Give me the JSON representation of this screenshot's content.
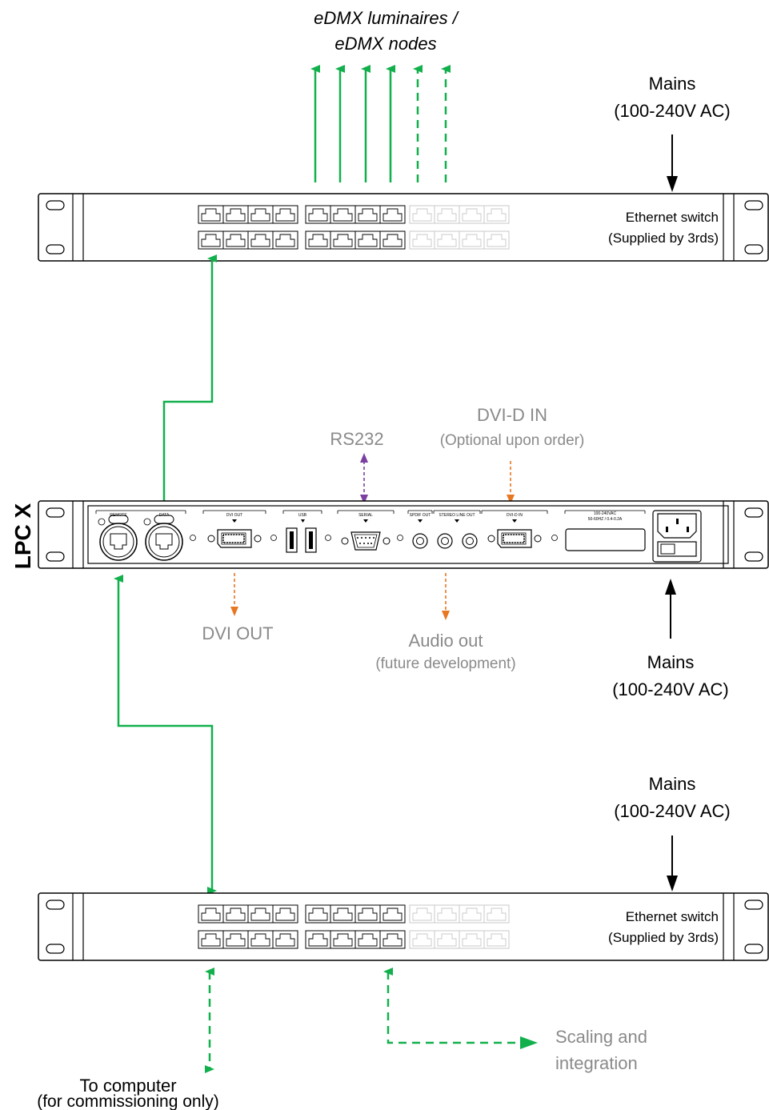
{
  "colors": {
    "green": "#12b04c",
    "orange": "#e87722",
    "purple": "#7b3fa0",
    "black": "#000000",
    "grey_text": "#8a8a8a",
    "inactive_port": "#c8c8c8"
  },
  "top": {
    "edmx_label_1": "eDMX luminaires /",
    "edmx_label_2": "eDMX nodes",
    "mains_1": "Mains",
    "mains_2": "(100-240V AC)",
    "switch_label_1": "Ethernet switch",
    "switch_label_2": "(Supplied by 3rds)"
  },
  "lpc": {
    "device_name": "LPC X",
    "rs232": "RS232",
    "dvi_in_1": "DVI-D IN",
    "dvi_in_2": "(Optional upon order)",
    "dvi_out": "DVI OUT",
    "audio_1": "Audio out",
    "audio_2": "(future development)",
    "mains_1": "Mains",
    "mains_2": "(100-240V AC)",
    "panel": {
      "remote": "REMOTE",
      "data": "DATA",
      "dvi_out": "DVI OUT",
      "usb": "USB",
      "serial": "SERIAL",
      "spdif": "SPDIF OUT",
      "stereo": "STEREO LINE OUT",
      "dvid_in": "DVI-D IN",
      "rating_1": "100-240VAC",
      "rating_2": "50-60HZ / 0.4-0.2A"
    }
  },
  "bottom": {
    "mains_1": "Mains",
    "mains_2": "(100-240V AC)",
    "switch_label_1": "Ethernet switch",
    "switch_label_2": "(Supplied by 3rds)",
    "computer_1": "To computer",
    "computer_2": "(for commissioning only)",
    "scaling_1": "Scaling and",
    "scaling_2": "integration"
  }
}
